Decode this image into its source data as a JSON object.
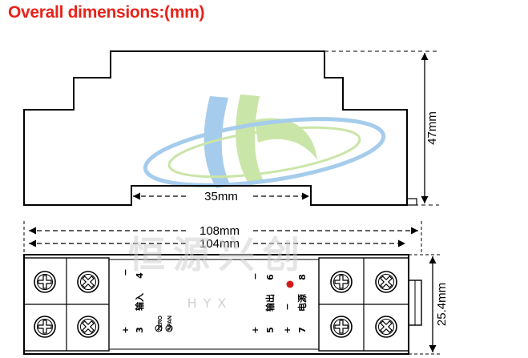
{
  "title": "Overall dimensions:(mm)",
  "colors": {
    "title": "#e8231a",
    "line": "#000000",
    "led": "#d21b1b",
    "watermark_green": "#8cc63f",
    "watermark_blue": "#3a8fd6",
    "watermark_text": "#c9c9c9"
  },
  "dimensions": {
    "height": "47mm",
    "rail": "35mm",
    "overall_length": "108mm",
    "body_length": "104mm",
    "width": "25.4mm"
  },
  "watermark": {
    "chinese": "恒源兴创",
    "latin": "HYX"
  },
  "front_panel": {
    "input": {
      "plus": "+",
      "minus": "−",
      "pin_plus": "3",
      "pin_minus": "4",
      "label": "输入"
    },
    "zero": "ZERO",
    "span": "SPAN",
    "output": {
      "plus": "+",
      "minus": "−",
      "pin_plus": "5",
      "pin_minus": "6",
      "label": "输出"
    },
    "power": {
      "plus": "+",
      "minus": "−",
      "pin_plus": "7",
      "pin_minus": "8",
      "label": "电源"
    }
  },
  "icons": [
    "terminal-screw-icon",
    "potentiometer-icon",
    "led-indicator-icon",
    "dimension-arrow-icon"
  ]
}
